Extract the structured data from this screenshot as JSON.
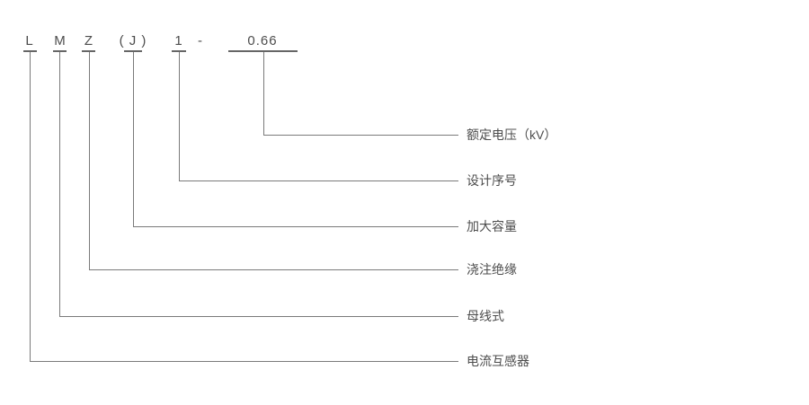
{
  "diagram": {
    "description_type": "model-designation-legend",
    "code": {
      "parts": [
        {
          "text": "L"
        },
        {
          "text": "M"
        },
        {
          "text": "Z"
        },
        {
          "text": "( J )"
        },
        {
          "text": "1"
        },
        {
          "text": "-"
        },
        {
          "text": "0.66"
        }
      ]
    },
    "labels": {
      "rated_voltage": "额定电压（kV）",
      "design_serial": "设计序号",
      "increased_capacity": "加大容量",
      "cast_insulation": "浇注绝缘",
      "busbar_type": "母线式",
      "current_transformer": "电流互感器"
    },
    "colors": {
      "line": "#7a7a7a",
      "tick": "#666666",
      "text": "#4d4d4d",
      "background": "#ffffff"
    }
  }
}
